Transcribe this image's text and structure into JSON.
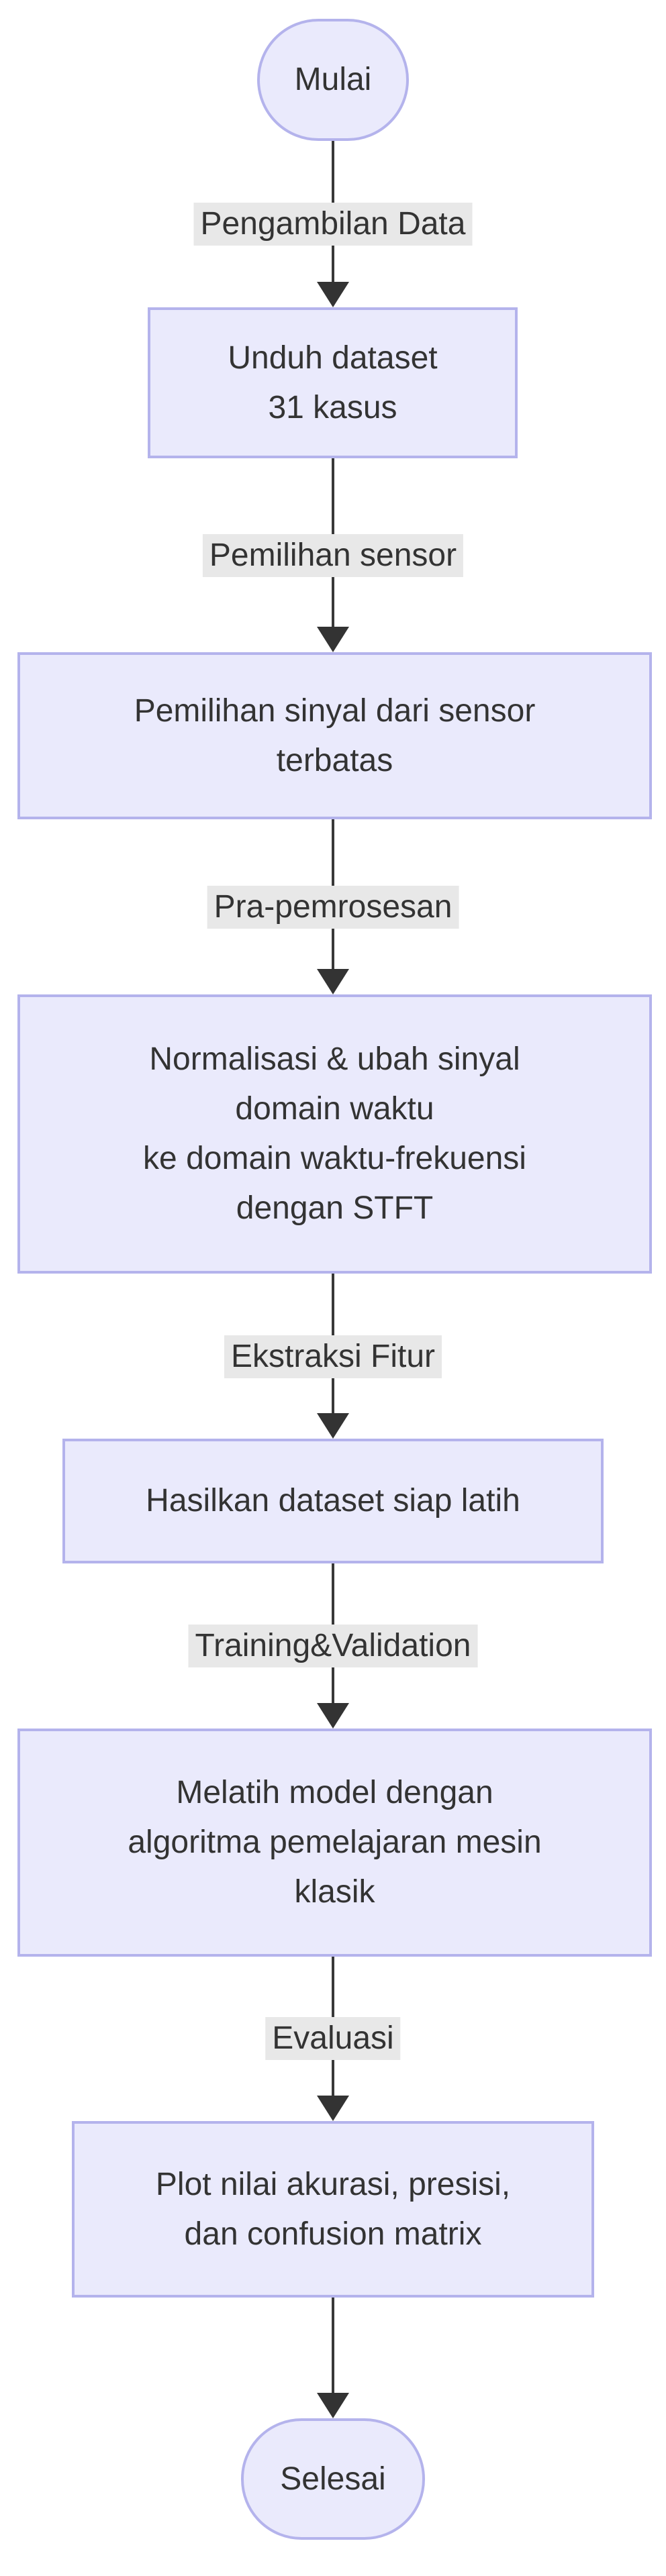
{
  "flow": {
    "direction": "top-down",
    "colors": {
      "background": "#ffffff",
      "node_fill": "#eaeafc",
      "node_border": "#b4b3ec",
      "node_text": "#333333",
      "edge_line": "#383838",
      "arrowhead": "#333333",
      "edge_label_bg": "#e8e8e8",
      "edge_label_text": "#333333"
    },
    "nodes": [
      {
        "id": "mulai",
        "shape": "stadium",
        "lines": [
          "Mulai"
        ]
      },
      {
        "id": "unduh-dataset",
        "shape": "rect",
        "lines": [
          "Unduh dataset",
          "31 kasus"
        ]
      },
      {
        "id": "pemilihan-sinyal",
        "shape": "rect",
        "lines": [
          "Pemilihan sinyal dari sensor",
          "terbatas"
        ]
      },
      {
        "id": "normalisasi-stft",
        "shape": "rect",
        "lines": [
          "Normalisasi & ubah sinyal",
          "domain waktu",
          "ke domain waktu-frekuensi",
          "dengan STFT"
        ]
      },
      {
        "id": "hasilkan-dataset",
        "shape": "rect",
        "lines": [
          "Hasilkan dataset siap latih"
        ]
      },
      {
        "id": "melatih-model",
        "shape": "rect",
        "lines": [
          "Melatih model dengan",
          "algoritma pemelajaran mesin",
          "klasik"
        ]
      },
      {
        "id": "plot-evaluasi",
        "shape": "rect",
        "lines": [
          "Plot nilai akurasi, presisi,",
          "dan confusion matrix"
        ]
      },
      {
        "id": "selesai",
        "shape": "stadium",
        "lines": [
          "Selesai"
        ]
      }
    ],
    "edges": [
      {
        "from": "mulai",
        "to": "unduh-dataset",
        "label": "Pengambilan Data"
      },
      {
        "from": "unduh-dataset",
        "to": "pemilihan-sinyal",
        "label": "Pemilihan sensor"
      },
      {
        "from": "pemilihan-sinyal",
        "to": "normalisasi-stft",
        "label": "Pra-pemrosesan"
      },
      {
        "from": "normalisasi-stft",
        "to": "hasilkan-dataset",
        "label": "Ekstraksi Fitur"
      },
      {
        "from": "hasilkan-dataset",
        "to": "melatih-model",
        "label": "Training&Validation"
      },
      {
        "from": "melatih-model",
        "to": "plot-evaluasi",
        "label": "Evaluasi"
      },
      {
        "from": "plot-evaluasi",
        "to": "selesai",
        "label": ""
      }
    ]
  }
}
